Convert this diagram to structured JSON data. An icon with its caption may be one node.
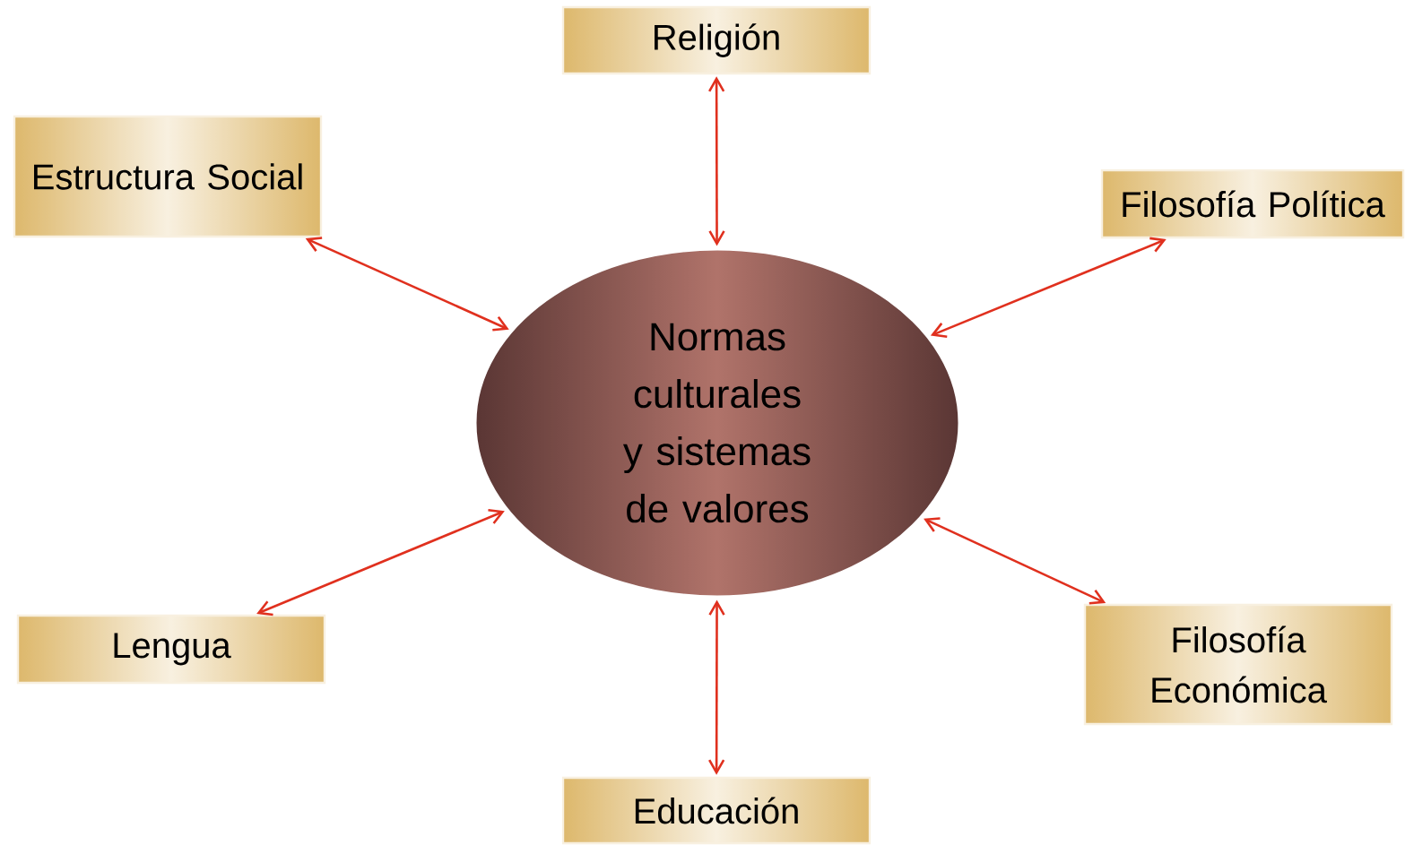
{
  "diagram": {
    "nodes": [
      {
        "text": [
          "Religión"
        ]
      },
      {
        "text": [
          "Estructura Social"
        ]
      },
      {
        "text": [
          "Filosofía Política"
        ]
      },
      {
        "text": [
          "Normas culturales y sistemas de valores"
        ]
      },
      {
        "text": [
          "Lengua"
        ]
      },
      {
        "text": [
          "Filosofía Económica"
        ]
      },
      {
        "text": [
          "Educación"
        ]
      }
    ],
    "edges": [
      {
        "from": 0,
        "to": 3,
        "arrow": "both"
      },
      {
        "from": 1,
        "to": 3,
        "arrow": "both"
      },
      {
        "from": 2,
        "to": 3,
        "arrow": "both"
      },
      {
        "from": 4,
        "to": 3,
        "arrow": "both"
      },
      {
        "from": 5,
        "to": 3,
        "arrow": "both"
      },
      {
        "from": 6,
        "to": 3,
        "arrow": "both"
      }
    ]
  }
}
